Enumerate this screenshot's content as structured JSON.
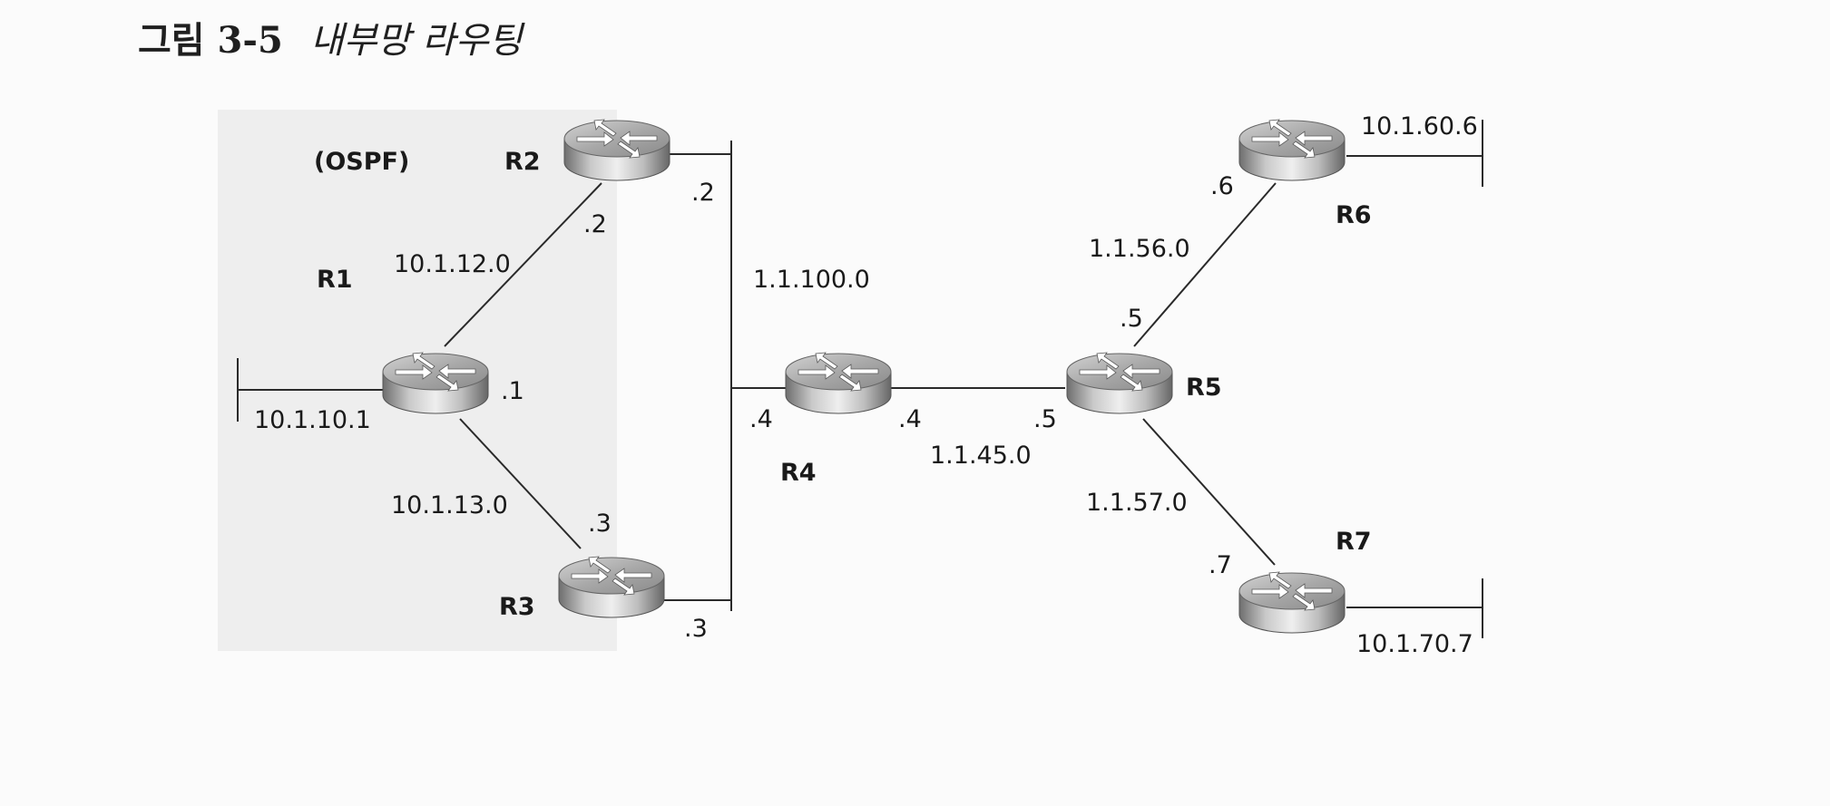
{
  "caption": {
    "label": "그림 3-5",
    "title": "내부망 라우팅"
  },
  "area_label": "(OSPF)",
  "routers": {
    "R1": "R1",
    "R2": "R2",
    "R3": "R3",
    "R4": "R4",
    "R5": "R5",
    "R6": "R6",
    "R7": "R7"
  },
  "networks": {
    "r1_lan": "10.1.10.1",
    "r1_r2": "10.1.12.0",
    "r1_r3": "10.1.13.0",
    "backbone": "1.1.100.0",
    "r4_r5": "1.1.45.0",
    "r5_r6": "1.1.56.0",
    "r5_r7": "1.1.57.0",
    "r6_lan": "10.1.60.6",
    "r7_lan": "10.1.70.7"
  },
  "interfaces": {
    "r1_to_r2": ".1",
    "r2_to_r1": ".2",
    "r2_to_backbone": ".2",
    "r3_to_r1": ".3",
    "r3_to_backbone": ".3",
    "r4_to_backbone": ".4",
    "r4_to_r5": ".4",
    "r5_to_r4": ".5",
    "r5_to_r6": ".5",
    "r6_to_r5": ".6",
    "r7_to_r5": ".7"
  },
  "colors": {
    "ospf_area_fill": "#eeeeee",
    "router_body": "#a0a0a0"
  }
}
